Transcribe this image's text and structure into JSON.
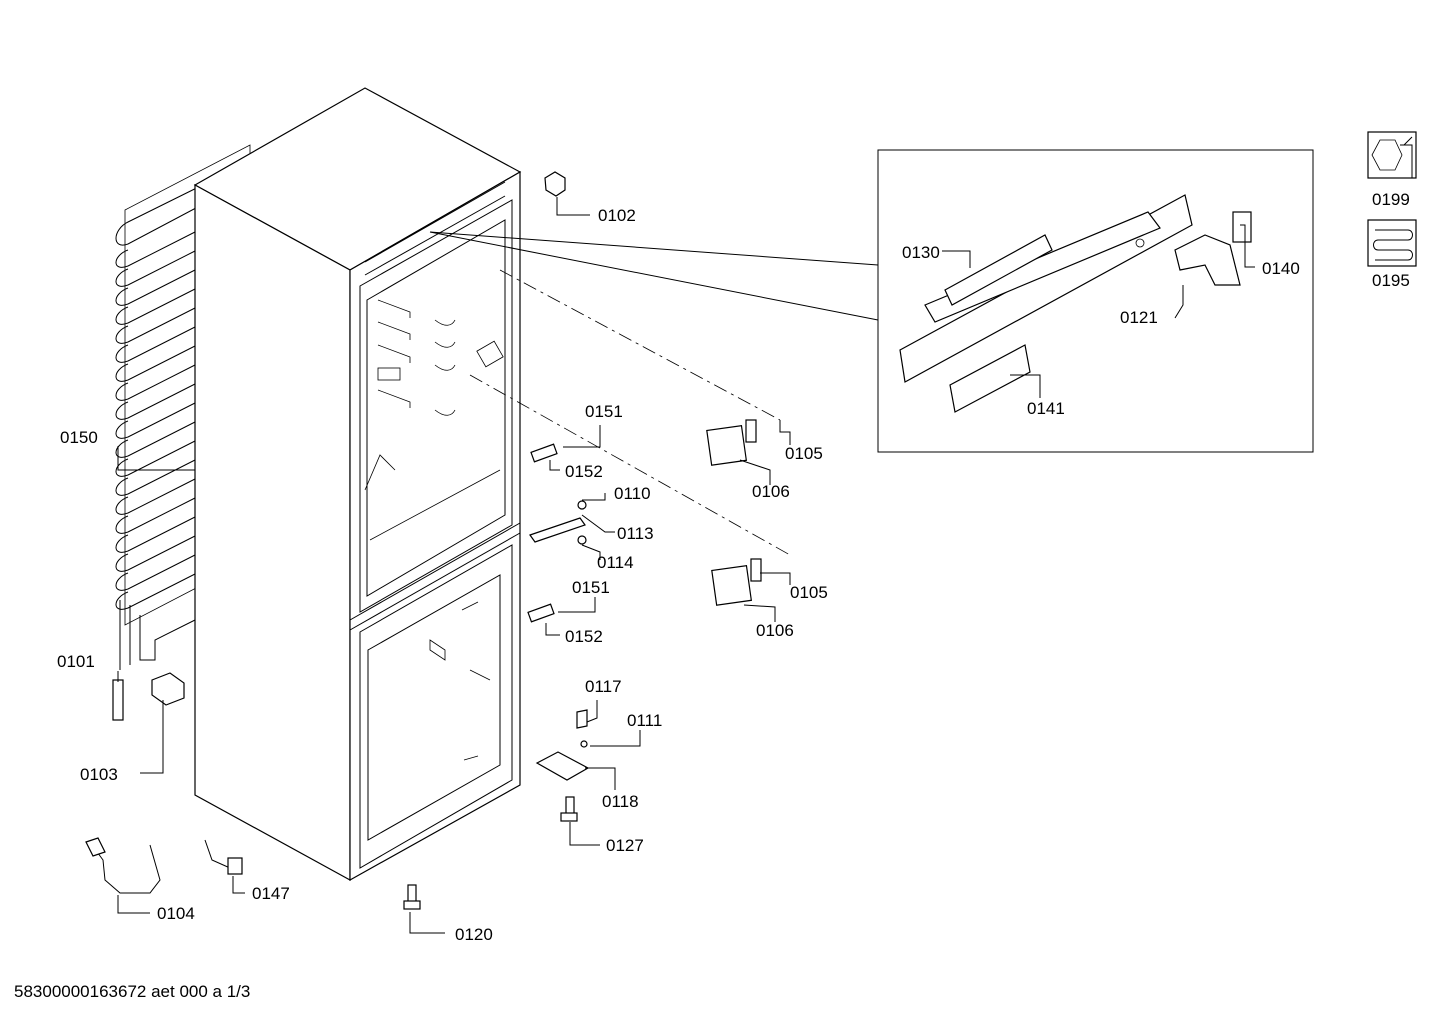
{
  "labels": {
    "p0102": "0102",
    "p0130": "0130",
    "p0140": "0140",
    "p0121": "0121",
    "p0141": "0141",
    "p0199": "0199",
    "p0195": "0195",
    "p0150": "0150",
    "p0151a": "0151",
    "p0152a": "0152",
    "p0105a": "0105",
    "p0106a": "0106",
    "p0110": "0110",
    "p0113": "0113",
    "p0114": "0114",
    "p0105b": "0105",
    "p0106b": "0106",
    "p0151b": "0151",
    "p0152b": "0152",
    "p0101": "0101",
    "p0117": "0117",
    "p0111": "0111",
    "p0118": "0118",
    "p0103": "0103",
    "p0127": "0127",
    "p0147": "0147",
    "p0104": "0104",
    "p0120": "0120"
  },
  "footer": "58300000163672 aet 000 a 1/3",
  "icons": [
    "wrench-nut-icon",
    "heating-coil-icon"
  ]
}
